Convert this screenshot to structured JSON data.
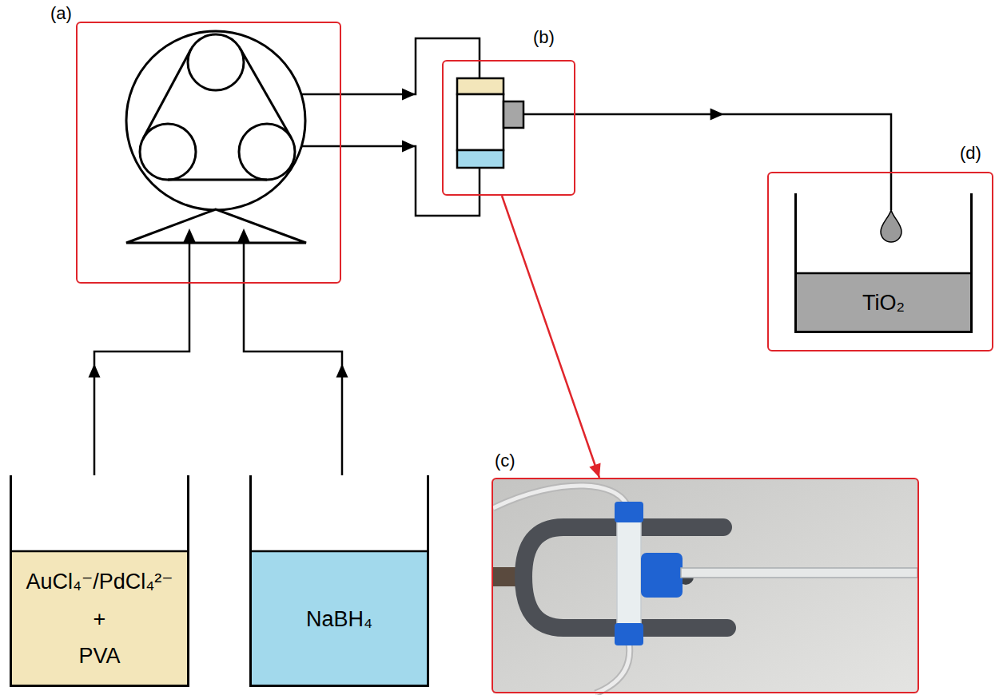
{
  "diagram": {
    "nodes": [
      {
        "text": [
          "(a)"
        ]
      },
      {
        "text": [
          "(b)"
        ]
      },
      {
        "text": [
          "(d)"
        ]
      },
      {
        "text": [
          "TiO₂"
        ],
        "in": 2
      },
      {
        "text": [
          "(c)"
        ]
      },
      {
        "text": [
          "AuCl₄⁻/PdCl₄²⁻ + PVA"
        ]
      },
      {
        "text": [
          "NaBH₄"
        ]
      }
    ],
    "edges": [
      {
        "from": 5,
        "to": 0,
        "arrow": "to"
      },
      {
        "from": 6,
        "to": 0,
        "arrow": "to"
      },
      {
        "from": 0,
        "to": 1,
        "arrow": "to"
      },
      {
        "from": 0,
        "to": 1,
        "arrow": "to"
      },
      {
        "from": 1,
        "to": 2,
        "arrow": "to"
      },
      {
        "from": 1,
        "to": 4,
        "arrow": "to"
      }
    ]
  }
}
